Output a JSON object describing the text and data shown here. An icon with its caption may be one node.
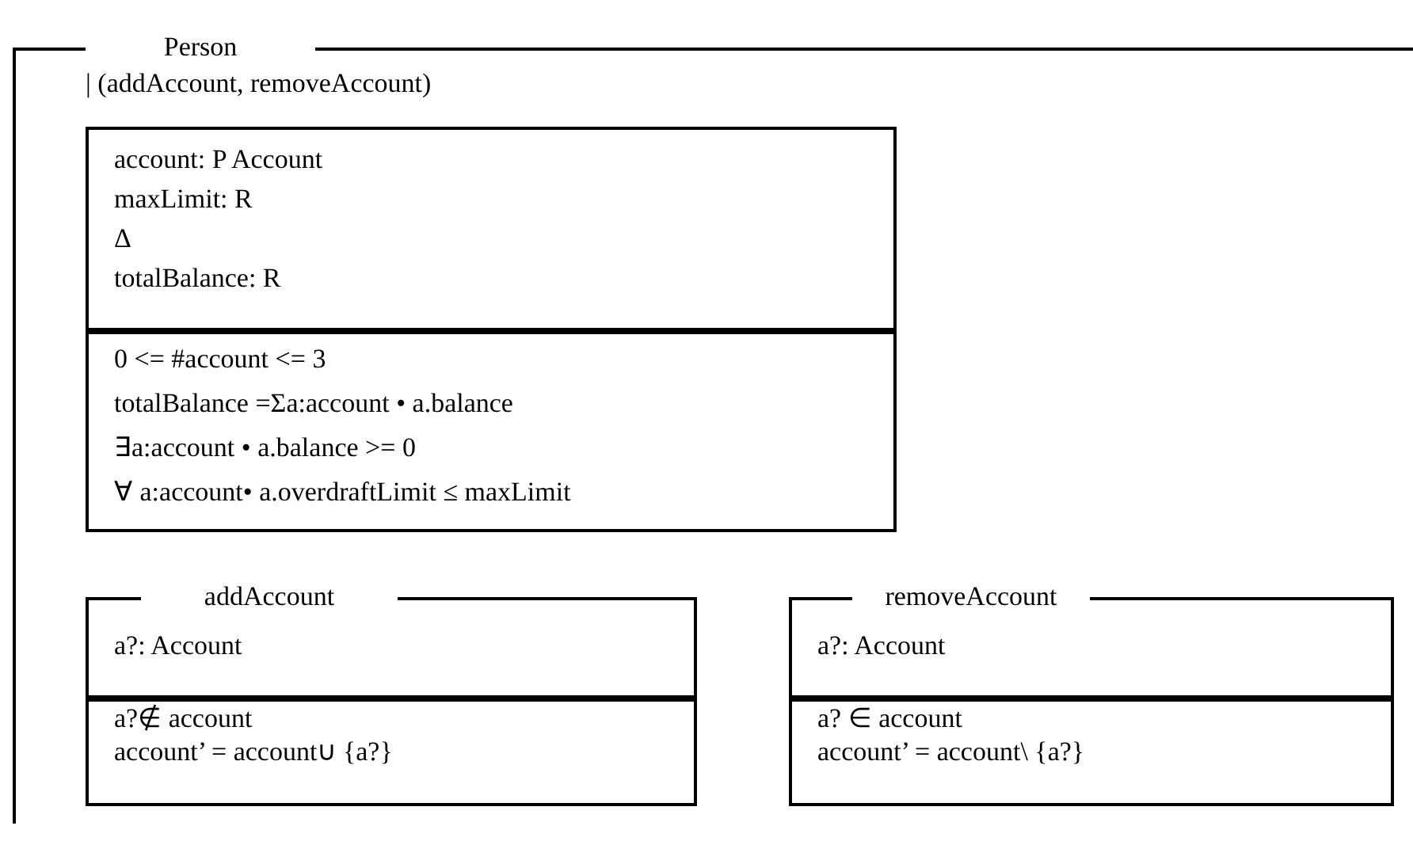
{
  "diagram": {
    "nodes": [
      {
        "text": [
          "Person",
          "| (addAccount, removeAccount)"
        ]
      },
      {
        "text": [
          "account: P Account",
          "maxLimit: R",
          "Δ",
          "totalBalance: R",
          "0 <= #account <= 3",
          "totalBalance =Σa:account • a.balance",
          "∃a:account • a.balance >= 0",
          "∀ a:account• a.overdraftLimit ≤ maxLimit"
        ],
        "in": 0
      },
      {
        "text": [
          "addAccount",
          "a?: Account",
          "a?∉ account",
          "account’ = account∪ {a?}"
        ],
        "in": 0
      },
      {
        "text": [
          "removeAccount",
          "a?: Account",
          "a? ∈ account",
          "account’ = account\\ {a?}"
        ],
        "in": 0
      }
    ]
  }
}
